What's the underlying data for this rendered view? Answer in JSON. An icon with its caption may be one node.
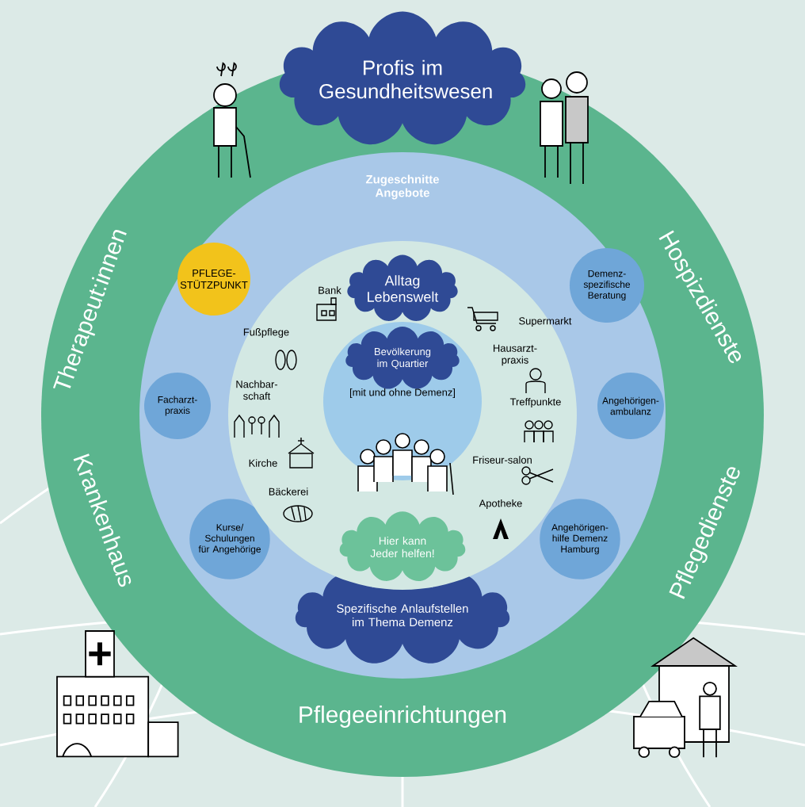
{
  "diagram": {
    "nodes": [
      {
        "text": [
          "Therapeut:innen",
          "Hospizdienste",
          "Krankenhaus",
          "Pflegedienste",
          "Pflegeeinrichtungen"
        ]
      },
      {
        "text": [
          "Profis im Gesundheitswesen"
        ]
      },
      {
        "text": [
          "Zugeschnitte Angebote"
        ],
        "in": 0
      },
      {
        "text": [
          "PFLEGE-STÜTZPUNKT"
        ],
        "in": 2
      },
      {
        "text": [
          "Demenz-spezifische Beratung"
        ],
        "in": 2
      },
      {
        "text": [
          "Facharzt-praxis"
        ],
        "in": 2
      },
      {
        "text": [
          "Angehörigen-ambulanz"
        ],
        "in": 2
      },
      {
        "text": [
          "Kurse/ Schulungen für Angehörige"
        ],
        "in": 2
      },
      {
        "text": [
          "Angehörigen-hilfe Demenz Hamburg"
        ],
        "in": 2
      },
      {
        "text": [
          "Spezifische Anlaufstellen im Thema Demenz"
        ],
        "in": 2
      },
      {
        "text": [],
        "shape": "circle",
        "in": 2
      },
      {
        "text": [
          "Alltag Lebenswelt"
        ],
        "in": 10
      },
      {
        "text": [
          "Hier kann Jeder helfen!"
        ],
        "in": 10
      },
      {
        "text": [],
        "shape": "circle",
        "in": 10
      },
      {
        "text": [
          "Bevölkerung im Quartier",
          "[mit und ohne Demenz]"
        ],
        "in": 13
      }
    ],
    "labels": [
      "Bank",
      "Supermarkt",
      "Fußpflege",
      "Hausarzt-praxis",
      "Nachbar-schaft",
      "Treffpunkte",
      "Kirche",
      "Friseur-salon",
      "Bäckerei",
      "Apotheke"
    ]
  }
}
